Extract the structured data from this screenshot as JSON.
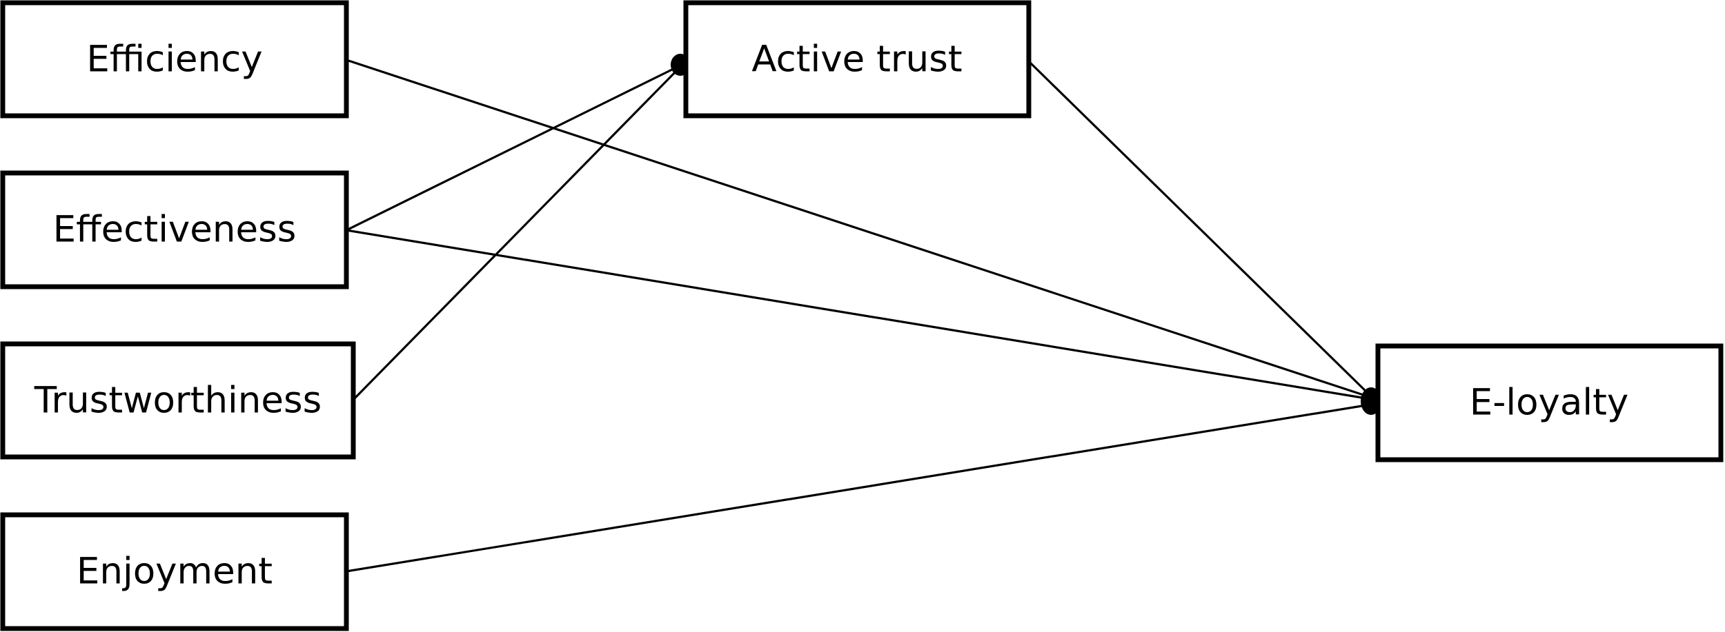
{
  "nodes": {
    "efficiency": {
      "label": "Efficiency"
    },
    "effectiveness": {
      "label": "Effectiveness"
    },
    "trustworthiness": {
      "label": "Trustworthiness"
    },
    "enjoyment": {
      "label": "Enjoyment"
    },
    "active_trust": {
      "label": "Active trust"
    },
    "e_loyalty": {
      "label": "E-loyalty"
    }
  },
  "edges": [
    {
      "from": "Effectiveness",
      "to": "Active trust"
    },
    {
      "from": "Trustworthiness",
      "to": "Active trust"
    },
    {
      "from": "Efficiency",
      "to": "E-loyalty"
    },
    {
      "from": "Effectiveness",
      "to": "E-loyalty"
    },
    {
      "from": "Active trust",
      "to": "E-loyalty"
    },
    {
      "from": "Enjoyment",
      "to": "E-loyalty"
    }
  ],
  "colors": {
    "line": "#000000",
    "background": "#ffffff"
  }
}
